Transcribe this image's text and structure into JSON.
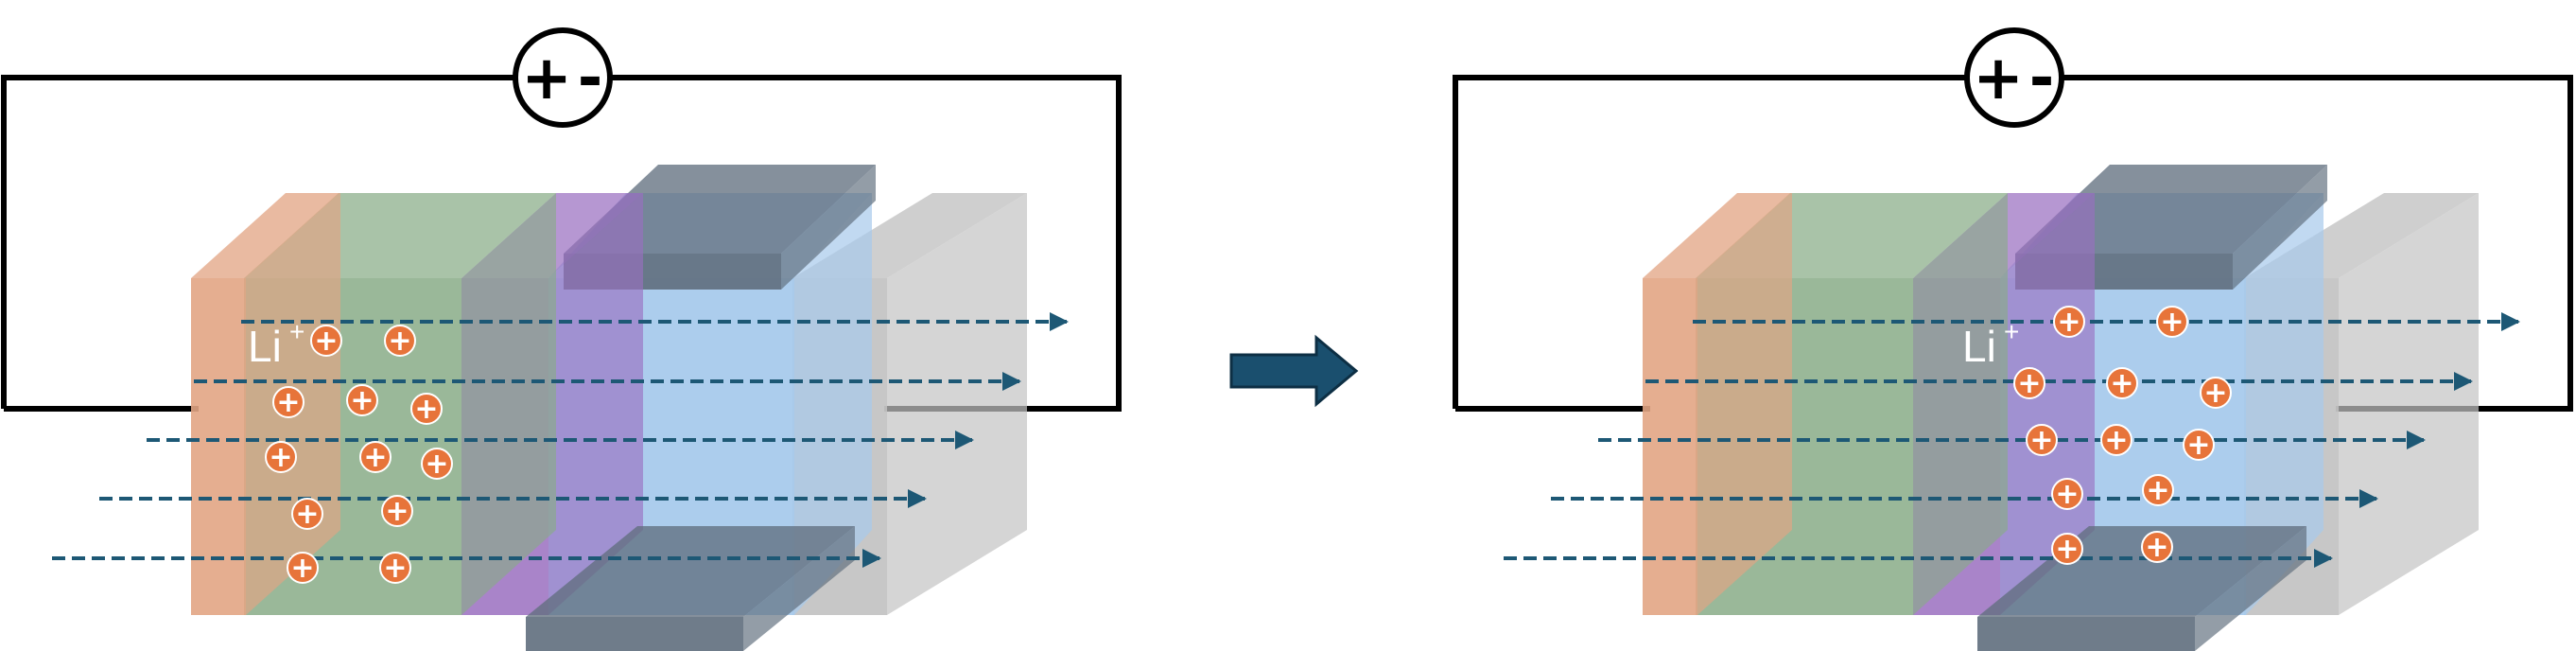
{
  "source_symbol": {
    "plus": "+",
    "minus": "-"
  },
  "ion_label": {
    "base": "Li",
    "charge": "+"
  },
  "ion_symbol": "+",
  "panels": [
    {
      "id": "before",
      "ion_location": "left electrode (storage layer)"
    },
    {
      "id": "after",
      "ion_location": "right electrode (channel layer)"
    }
  ],
  "colors": {
    "current_collector": "#e2a584",
    "storage_layer": "#88ac87",
    "electrolyte": "#9a6fc0",
    "channel_layer": "#a8caec",
    "contact_pad": "#5f6e7d",
    "substrate": "#c4c4c4",
    "ion": "#e7743a",
    "signal_arrow": "#1d5875",
    "transition_arrow": "#1a4f6e",
    "wire": "#000000"
  },
  "arrow_icon": "right-arrow-icon"
}
